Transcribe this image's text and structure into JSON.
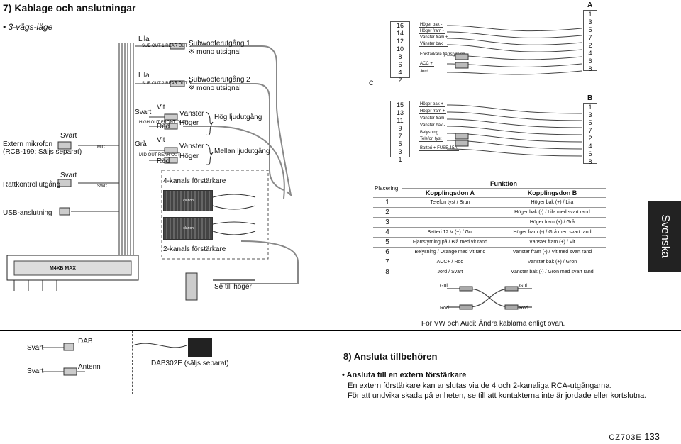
{
  "header": {
    "title": "7) Kablage och anslutningar"
  },
  "left": {
    "mode": "• 3-vägs-läge",
    "colors": {
      "lila1": "Lila",
      "lila2": "Lila",
      "svart1": "Svart",
      "gra": "Grå",
      "vit1": "Vit",
      "rod1": "Röd",
      "vit2": "Vit",
      "rod2": "Röd",
      "svart_mic": "Svart",
      "svart_swc": "Svart"
    },
    "sub1": "Subwooferutgång 1",
    "sub1_note": "※ mono utsignal",
    "sub2": "Subwooferutgång 2",
    "sub2_note": "※ mono utsignal",
    "vanster1": "Vänster",
    "hoger1": "Höger",
    "hog": "Hög ljudutgång",
    "vanster2": "Vänster",
    "hoger2": "Höger",
    "mellan": "Mellan ljudutgång",
    "mic": "Extern mikrofon",
    "mic_note": "(RCB-199: Säljs separat)",
    "swc": "Rattkontrollutgång",
    "usb": "USB-anslutning",
    "amp4": "4-kanals förstärkare",
    "amp2": "2-kanals förstärkare",
    "se_hoger": "Se till höger",
    "labels_small": {
      "sub1": "SUB OUT 1 REAR OUT L",
      "sub2": "SUB OUT 2 REAR OUT R",
      "high": "HIGH OUT FRONT OUT",
      "mid": "MID OUT REAR OUT",
      "mic": "MIC",
      "swc": "SWC"
    },
    "amp_logo": "clarion",
    "unit_model": "M4XB MAX"
  },
  "connector": {
    "c_label": "C",
    "a_label": "A",
    "b_label": "B",
    "c_top_pins": [
      "16",
      "14",
      "12",
      "10",
      "8",
      "6",
      "4",
      "2"
    ],
    "c_top_wires": [
      "Höger bak -",
      "Höger fram -",
      "Vänster fram +",
      "Vänster bak +",
      "Förstärkare fjärrstyrning",
      "ACC +",
      "Jord"
    ],
    "c_bot_pins": [
      "15",
      "13",
      "11",
      "9",
      "7",
      "5",
      "3",
      "1"
    ],
    "c_bot_wires": [
      "Höger bak +",
      "Höger fram +",
      "Vänster fram -",
      "Vänster bak -",
      "Belysning",
      "Telefon tyst",
      "Batteri + FUSE 15A"
    ],
    "a_pins": [
      "1",
      "3",
      "5",
      "7",
      "2",
      "4",
      "6",
      "8"
    ],
    "b_pins": [
      "1",
      "3",
      "5",
      "7",
      "2",
      "4",
      "6",
      "8"
    ]
  },
  "table": {
    "placering": "Placering",
    "funktion": "Funktion",
    "col_a": "Kopplingsdon A",
    "col_b": "Kopplingsdon B",
    "rows": [
      {
        "n": "1",
        "a": "Telefon tyst / Brun",
        "b": "Höger bak (+) / Lila"
      },
      {
        "n": "2",
        "a": "",
        "b": "Höger bak (-) / Lila med svart rand"
      },
      {
        "n": "3",
        "a": "",
        "b": "Höger fram (+) / Grå"
      },
      {
        "n": "4",
        "a": "Batteri 12 V (+) / Gul",
        "b": "Höger fram (-) / Grå med svart rand"
      },
      {
        "n": "5",
        "a": "Fjärrstyrning på / Blå med vit rand",
        "b": "Vänster fram (+) / Vit"
      },
      {
        "n": "6",
        "a": "Belysning / Orange med vit rand",
        "b": "Vänster fram (-) / Vit med svart rand"
      },
      {
        "n": "7",
        "a": "ACC+ / Röd",
        "b": "Vänster bak (+) / Grön"
      },
      {
        "n": "8",
        "a": "Jord / Svart",
        "b": "Vänster bak (-) / Grön med svart rand"
      }
    ]
  },
  "vw": {
    "gul1": "Gul",
    "gul2": "Gul",
    "rod1": "Röd",
    "rod2": "Röd",
    "note": "För VW och Audi: Ändra kablarna enligt ovan."
  },
  "bottom": {
    "svart1": "Svart",
    "dab": "DAB",
    "svart2": "Svart",
    "antenn": "Antenn",
    "dab302": "DAB302E (säljs separat)"
  },
  "sec8": {
    "heading": "8) Ansluta tillbehören",
    "bullet": "• Ansluta till en extern förstärkare",
    "p1": "En extern förstärkare kan anslutas via de 4 och 2-kanaliga RCA-utgångarna.",
    "p2": "För att undvika skada på enheten, se till att kontakterna inte är jordade eller kortslutna."
  },
  "side_tab": "Svenska",
  "footer": {
    "model": "CZ703E",
    "page": "133"
  }
}
